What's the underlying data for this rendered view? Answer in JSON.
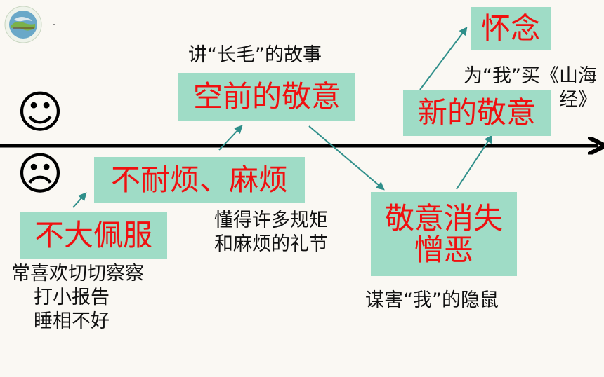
{
  "colors": {
    "box_fill": "#9fdcc6",
    "box_text": "#f01010",
    "arrow_teal": "#2f8f8a",
    "timeline": "#000000"
  },
  "icons": {
    "logo": "globe-logo-icon",
    "happy": "smiling-face-icon",
    "sad": "frowning-face-icon"
  },
  "faces": {
    "happy": "☺",
    "sad": "☹"
  },
  "stages": {
    "dislike": {
      "title": "不大佩服",
      "notes": [
        "常喜欢切切察察",
        "打小报告",
        "睡相不好"
      ]
    },
    "annoyed": {
      "title": "不耐烦、麻烦",
      "notes": [
        "懂得许多规矩",
        "和麻烦的礼节"
      ]
    },
    "respect": {
      "title": "空前的敬意",
      "note": "讲“长毛”的故事"
    },
    "lost": {
      "title_line1": "敬意消失",
      "title_line2": "憎恶",
      "note": "谋害“我”的隐鼠"
    },
    "new_respect": {
      "title": "新的敬意",
      "note_line1": "为“我”买《山海",
      "note_line2": "经》"
    },
    "miss": {
      "title": "怀念"
    }
  }
}
